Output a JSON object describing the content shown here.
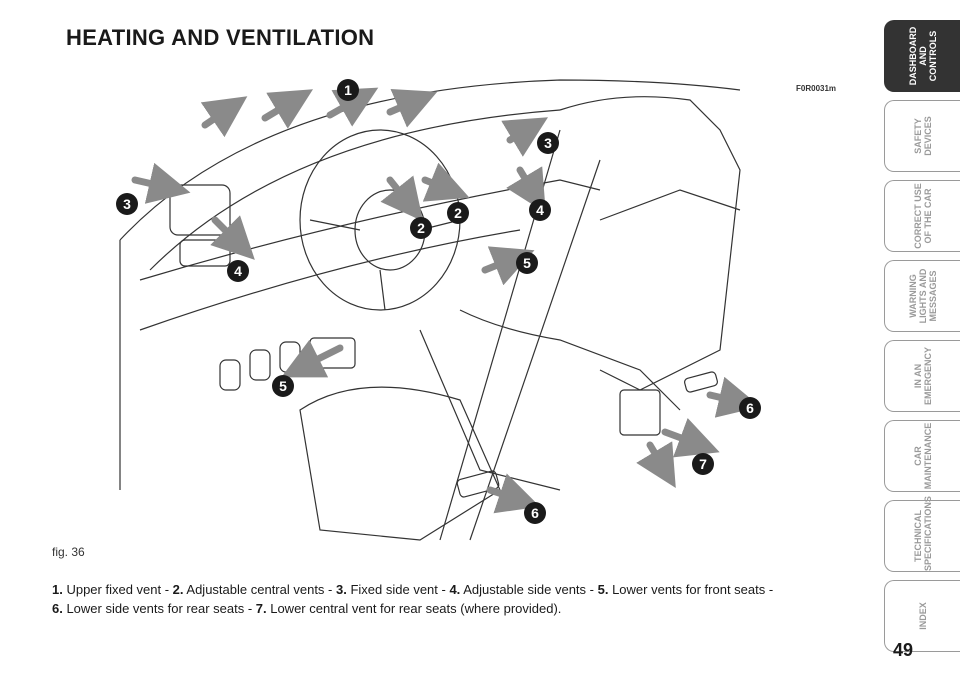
{
  "page": {
    "title": "HEATING AND VENTILATION",
    "figure_code": "F0R0031m",
    "figure_label": "fig. 36",
    "page_number": "49"
  },
  "caption": {
    "items": [
      {
        "num": "1.",
        "text": " Upper fixed vent - "
      },
      {
        "num": "2.",
        "text": " Adjustable central vents - "
      },
      {
        "num": "3.",
        "text": " Fixed side vent - "
      },
      {
        "num": "4.",
        "text": " Adjustable side vents - "
      },
      {
        "num": "5.",
        "text": " Lower vents for front seats - "
      },
      {
        "num": "6.",
        "text": " Lower side vents for rear seats - "
      },
      {
        "num": "7.",
        "text": " Lower central vent for rear seats (where provided)."
      }
    ]
  },
  "sidebar": {
    "tabs": [
      {
        "label": "DASHBOARD\nAND CONTROLS",
        "active": true
      },
      {
        "label": "SAFETY\nDEVICES",
        "active": false
      },
      {
        "label": "CORRECT USE\nOF THE CAR",
        "active": false
      },
      {
        "label": "WARNING\nLIGHTS AND\nMESSAGES",
        "active": false
      },
      {
        "label": "IN AN\nEMERGENCY",
        "active": false
      },
      {
        "label": "CAR\nMAINTENANCE",
        "active": false
      },
      {
        "label": "TECHNICAL\nSPECIFICATIONS",
        "active": false
      },
      {
        "label": "INDEX",
        "active": false
      }
    ]
  },
  "callouts": [
    "1",
    "2",
    "2",
    "3",
    "3",
    "4",
    "4",
    "5",
    "5",
    "6",
    "6",
    "7"
  ],
  "colors": {
    "active_tab": "#333333",
    "inactive_tab_text": "#9a9a9a",
    "arrow_fill": "#8a8a8a",
    "callout_fill": "#1a1a1a"
  }
}
